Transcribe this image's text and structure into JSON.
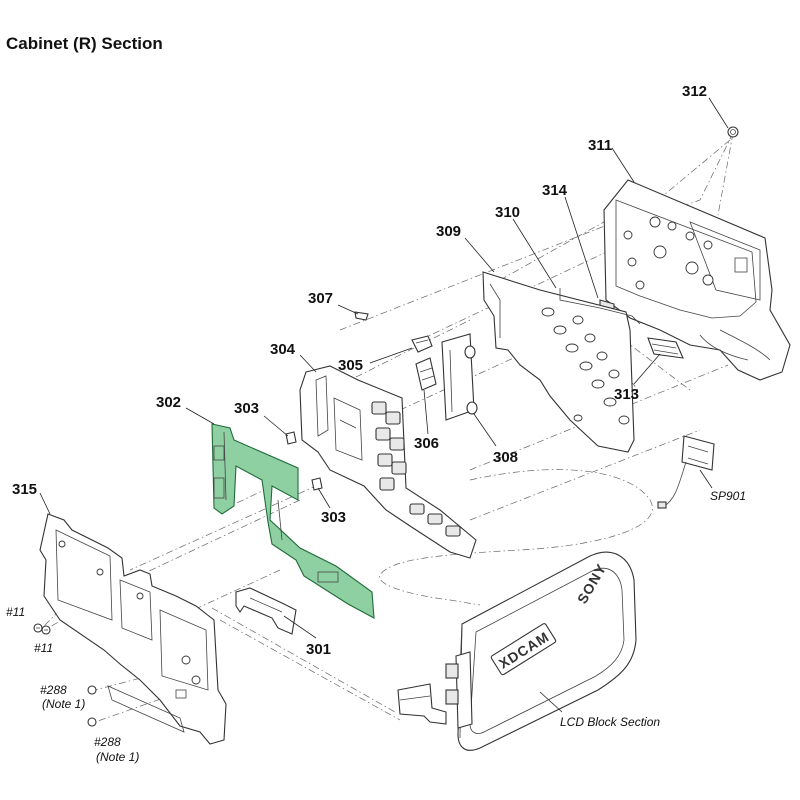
{
  "title": "Cabinet (R) Section",
  "callouts": {
    "c301": "301",
    "c302": "302",
    "c303a": "303",
    "c303b": "303",
    "c304": "304",
    "c305": "305",
    "c306": "306",
    "c307": "307",
    "c308": "308",
    "c309": "309",
    "c310": "310",
    "c311": "311",
    "c312": "312",
    "c313": "313",
    "c314": "314",
    "c315": "315"
  },
  "labels": {
    "sp901": "SP901",
    "lcd_block": "LCD Block Section",
    "screw11a": "#11",
    "screw11b": "#11",
    "screw288a": "#288",
    "note1a": "(Note 1)",
    "screw288b": "#288",
    "note1b": "(Note 1)"
  },
  "lcd_panel_text": {
    "logo": "XDCAM",
    "brand": "SONY"
  },
  "colors": {
    "board": "#8fd0a2",
    "board_outline": "#1f6b3a",
    "line": "#333333"
  }
}
